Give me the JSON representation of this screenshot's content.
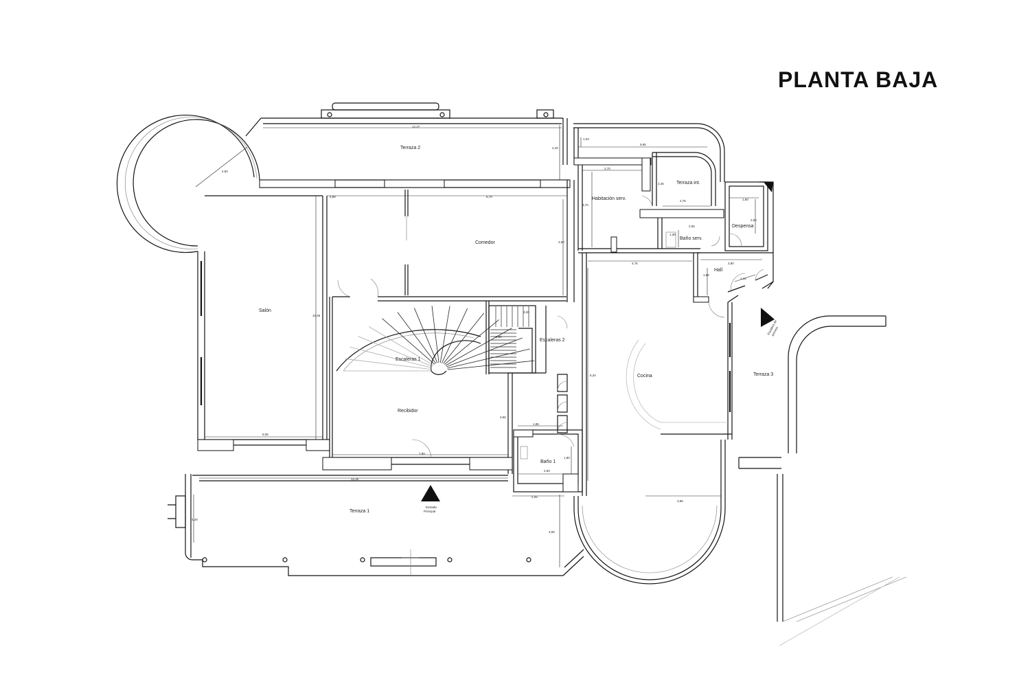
{
  "title": "PLANTA BAJA",
  "rooms": {
    "terraza2": "Terraza 2",
    "terraza_int": "Terraza int.",
    "habitacion_serv": "Habitación serv.",
    "despensa": "Despensa",
    "bano_serv": "Baño serv.",
    "hall": "Hall",
    "comedor": "Comedor",
    "salon": "Salón",
    "escaleras1": "Escaleras 1",
    "escaleras2": "Escaleras 2",
    "cocina": "Cocina",
    "terraza3": "Terraza 3",
    "recibidor": "Recibidor",
    "bano1": "Baño 1",
    "terraza1": "Terraza 1",
    "entrada": "Entrada",
    "principal": "Principal",
    "escalera_servicio_1": "Escalera de",
    "escalera_servicio_2": "servicio"
  },
  "dimensions": {
    "d1227": "12,27",
    "d240a": "2,40",
    "d260": "2,60",
    "d103": "1,03",
    "d565": "5,65",
    "d270": "2,70",
    "d225": "2,25",
    "d275": "2,75",
    "d160": "1,60",
    "d250a": "2,50",
    "d589": "5,89",
    "d670": "6,70",
    "d370": "3,70",
    "d255": "2,55",
    "d130": "1,30",
    "d450": "4,50",
    "d475": "4,75",
    "d280": "2,80",
    "d180": "1,80",
    "d144": "1,44",
    "d1045": "10,45",
    "d320": "3,20",
    "d260b": "2,60",
    "d634": "6,34",
    "d365": "3,65",
    "d185": "1,85",
    "d180b": "1,80",
    "d250b": "2,50",
    "d505": "5,05",
    "d790": "7,90",
    "d1240": "12,40",
    "d225b": "2,25",
    "d385": "3,85",
    "d420": "4,20",
    "d355": "3,55"
  }
}
